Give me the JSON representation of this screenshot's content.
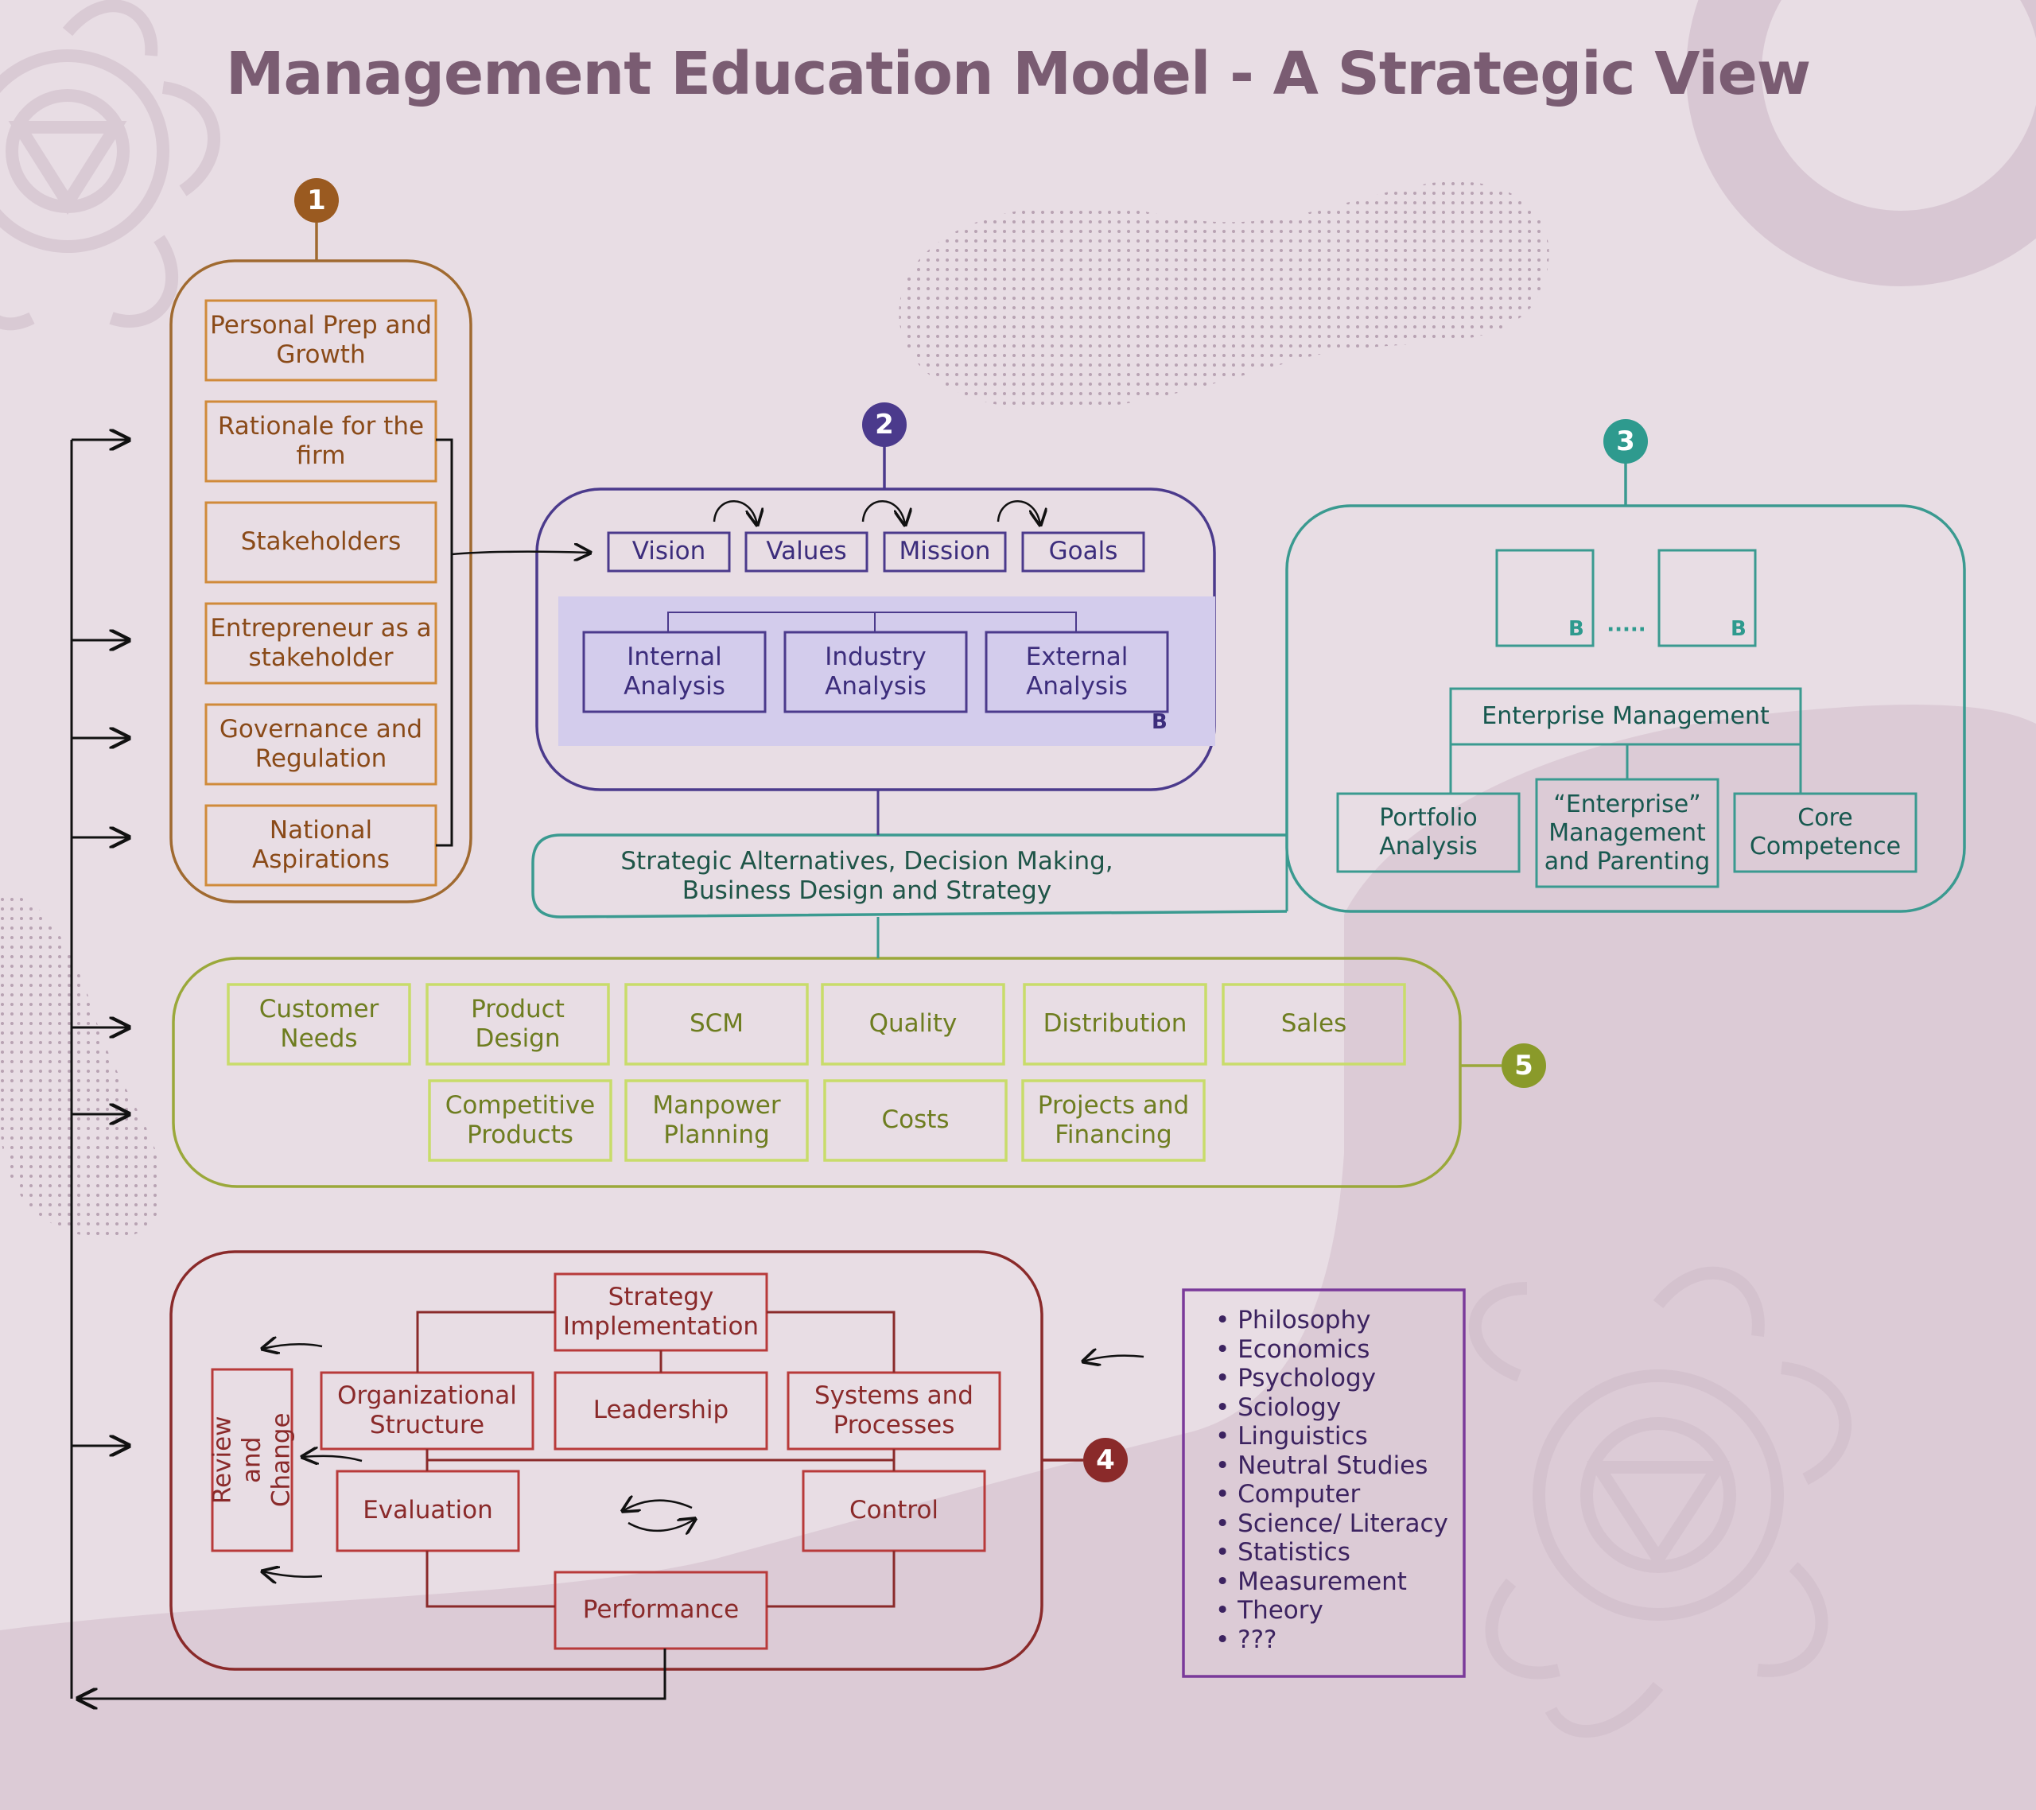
{
  "title": "Management Education Model - A Strategic View",
  "colors": {
    "background": "#e8dde4",
    "section1": "#a06a30",
    "section2": "#4b3a8c",
    "section3": "#3a9a90",
    "section4": "#8a2a2a",
    "section5": "#9aa83a",
    "list_box": "#7a3a9a",
    "title": "#7a5c72"
  },
  "markers": [
    "1",
    "2",
    "3",
    "4",
    "5"
  ],
  "section1": {
    "items": [
      "Personal Prep and Growth",
      "Rationale for the firm",
      "Stakeholders",
      "Entrepreneur as a stakeholder",
      "Governance and Regulation",
      "National Aspirations"
    ]
  },
  "section2": {
    "top": [
      "Vision",
      "Values",
      "Mission",
      "Goals"
    ],
    "analysis": [
      "Internal Analysis",
      "Industry Analysis",
      "External Analysis"
    ],
    "corner": "B"
  },
  "section3": {
    "placeholders": [
      "B",
      "B"
    ],
    "dots": "·····",
    "header": "Enterprise Management",
    "items": [
      "Portfolio Analysis",
      "“Enterprise” Management and Parenting",
      "Core Competence"
    ]
  },
  "strategic": "Strategic Alternatives, Decision Making, Business Design and Strategy",
  "section5": {
    "row1": [
      "Customer Needs",
      "Product Design",
      "SCM",
      "Quality",
      "Distribution",
      "Sales"
    ],
    "row2": [
      "Competitive Products",
      "Manpower Planning",
      "Costs",
      "Projects and Financing"
    ]
  },
  "section4": {
    "strategy": "Strategy Implementation",
    "org": "Organizational Structure",
    "leadership": "Leadership",
    "systems": "Systems and Processes",
    "evaluation": "Evaluation",
    "control": "Control",
    "performance": "Performance",
    "review": "Review and Change"
  },
  "disciplines": [
    "Philosophy",
    "Economics",
    "Psychology",
    "Sciology",
    "Linguistics",
    "Neutral Studies",
    "Computer",
    "Science/ Literacy",
    "Statistics",
    "Measurement",
    "Theory",
    "???"
  ]
}
